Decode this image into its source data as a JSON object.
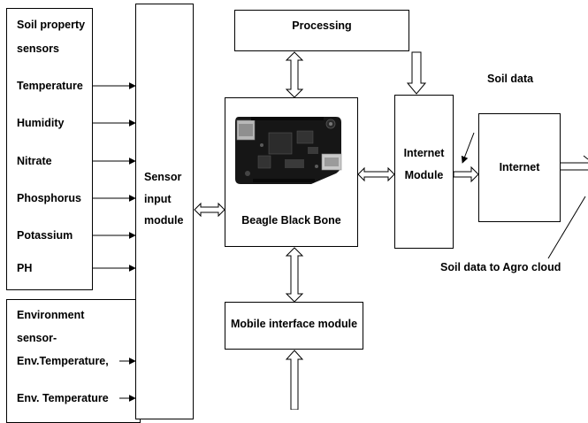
{
  "diagram": {
    "soil_group": {
      "title_line1": "Soil property",
      "title_line2": "sensors",
      "items": [
        "Temperature",
        "Humidity",
        "Nitrate",
        "Phosphorus",
        "Potassium",
        "PH"
      ]
    },
    "env_group": {
      "title_line1": "Environment",
      "title_line2": "sensor-",
      "items": [
        "Env.Temperature,",
        "Env. Temperature"
      ]
    },
    "sensor_input": {
      "line1": "Sensor",
      "line2": "input",
      "line3": "module"
    },
    "processing": "Processing",
    "beagle": "Beagle Black Bone",
    "mobile": "Mobile interface module",
    "internet_module": {
      "line1": "Internet",
      "line2": "Module"
    },
    "internet": "Internet",
    "soil_data": "Soil data",
    "soil_data_cloud": "Soil data to Agro cloud"
  }
}
